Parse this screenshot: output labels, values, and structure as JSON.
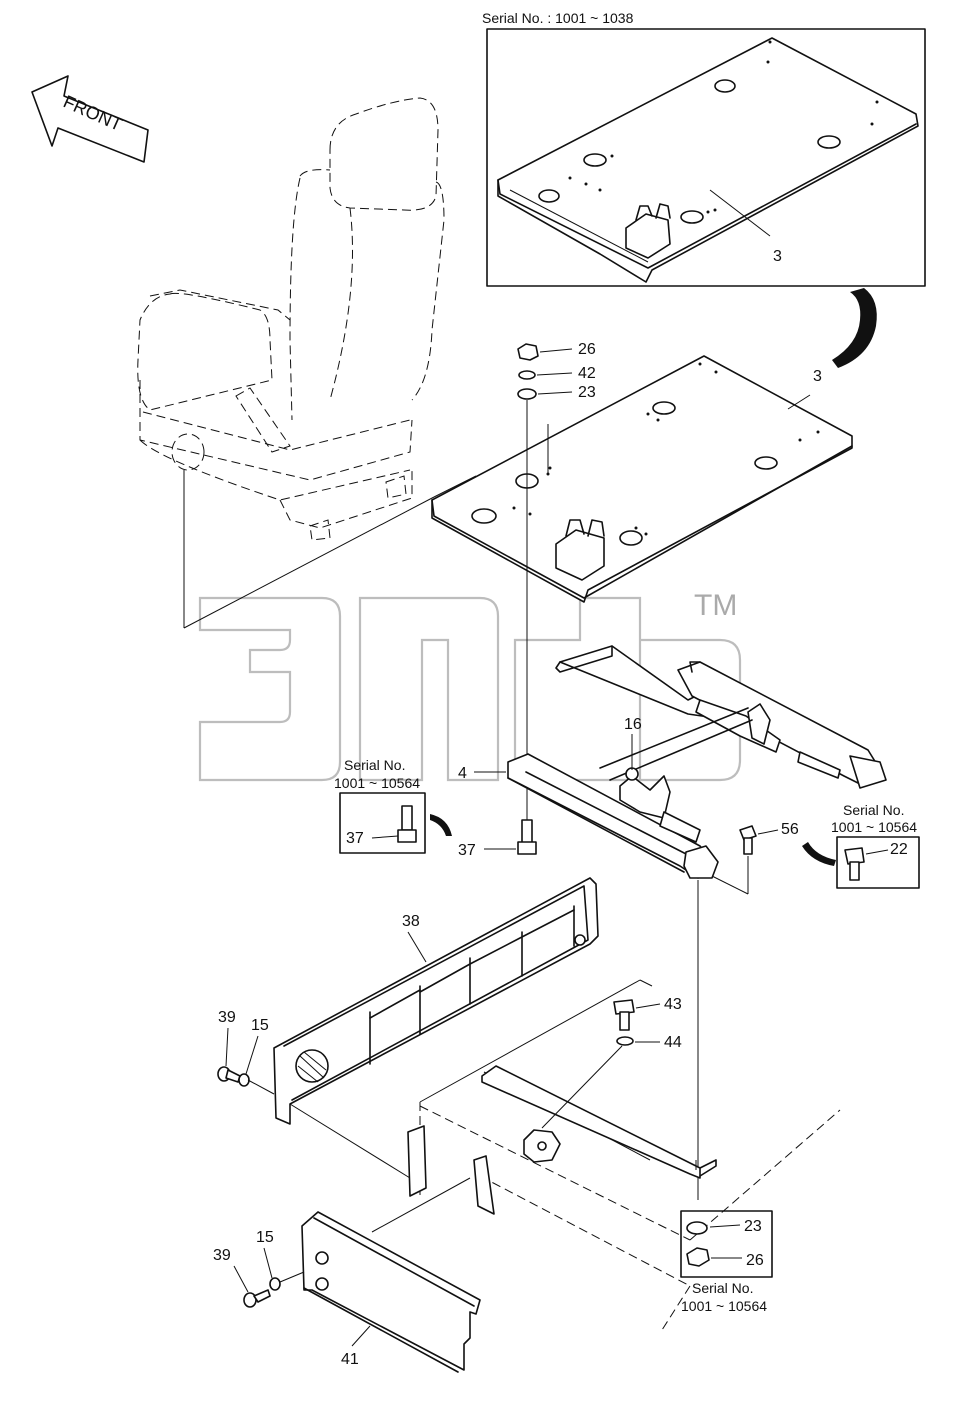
{
  "serial_top": "Serial No. : 1001 ~ 1038",
  "front": "FRONT",
  "watermark_tm": "TM",
  "callouts": {
    "c3_inset": "3",
    "c3_main": "3",
    "c26_top": "26",
    "c42": "42",
    "c23_top": "23",
    "c16": "16",
    "c4": "4",
    "c37_box": "37",
    "c37": "37",
    "c56": "56",
    "c22": "22",
    "c38": "38",
    "c39_top": "39",
    "c15_top": "15",
    "c43": "43",
    "c44": "44",
    "c23_box": "23",
    "c26_box": "26",
    "c39_bot": "39",
    "c15_bot": "15",
    "c41": "41"
  },
  "serial_boxes": {
    "left": {
      "line1": "Serial No.",
      "line2": "1001 ~ 10564"
    },
    "right": {
      "line1": "Serial No.",
      "line2": "1001 ~ 10564"
    },
    "bottom": {
      "line1": "Serial No.",
      "line2": "1001 ~ 10564"
    }
  }
}
